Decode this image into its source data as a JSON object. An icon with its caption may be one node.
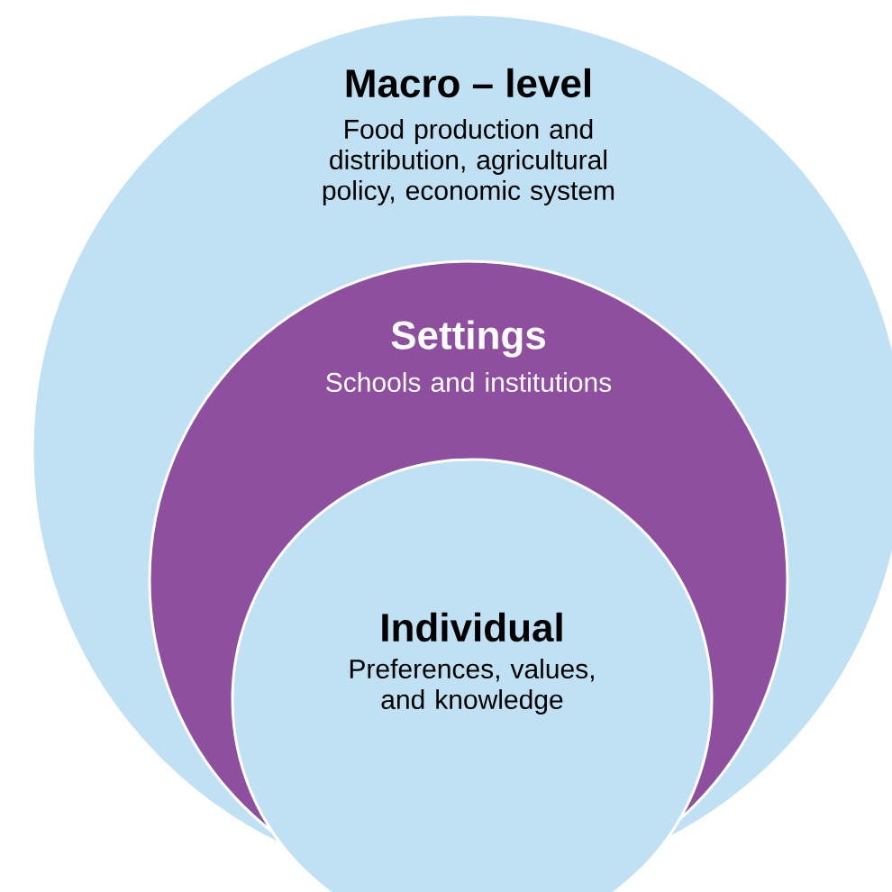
{
  "diagram": {
    "nodes": [
      {
        "text": [
          "Macro – level",
          "Food production and distribution, agricultural policy, economic system"
        ]
      },
      {
        "text": [
          "Settings",
          "Schools and institutions"
        ],
        "in": 0
      },
      {
        "text": [
          "Individual",
          "Preferences, values, and knowledge"
        ],
        "in": 1
      }
    ]
  }
}
